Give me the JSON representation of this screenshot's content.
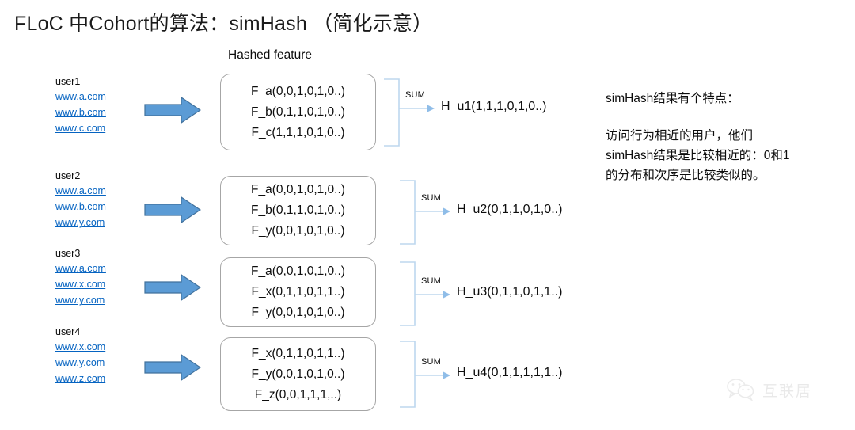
{
  "slide": {
    "title": "FLoC 中Cohort的算法：simHash （简化示意）",
    "column_header": "Hashed feature",
    "sum_label": "SUM"
  },
  "rows": [
    {
      "user": "user1",
      "urls": [
        "www.a.com",
        "www.b.com",
        "www.c.com"
      ],
      "features": [
        "F_a(0,0,1,0,1,0..)",
        "F_b(0,1,1,0,1,0..)",
        "F_c(1,1,1,0,1,0..)"
      ],
      "hash": "H_u1(1,1,1,0,1,0..)"
    },
    {
      "user": "user2",
      "urls": [
        "www.a.com",
        "www.b.com",
        "www.y.com"
      ],
      "features": [
        "F_a(0,0,1,0,1,0..)",
        "F_b(0,1,1,0,1,0..)",
        "F_y(0,0,1,0,1,0..)"
      ],
      "hash": "H_u2(0,1,1,0,1,0..)"
    },
    {
      "user": "user3",
      "urls": [
        "www.a.com",
        "www.x.com",
        "www.y.com"
      ],
      "features": [
        "F_a(0,0,1,0,1,0..)",
        "F_x(0,1,1,0,1,1..)",
        "F_y(0,0,1,0,1,0..)"
      ],
      "hash": "H_u3(0,1,1,0,1,1..)"
    },
    {
      "user": "user4",
      "urls": [
        "www.x.com",
        "www.y.com",
        "www.z.com"
      ],
      "features": [
        "F_x(0,1,1,0,1,1..)",
        "F_y(0,0,1,0,1,0..)",
        "F_z(0,0,1,1,1,..)"
      ],
      "hash": "H_u4(0,1,1,1,1,1..)"
    }
  ],
  "note": {
    "heading": "simHash结果有个特点：",
    "lines": [
      "访问行为相近的用户，他们",
      "simHash结果是比较相近的：0和1",
      "的分布和次序是比较类似的。"
    ]
  },
  "watermark": {
    "text": "互联居",
    "icon": "wechat-icon"
  },
  "colors": {
    "link": "#0563c1",
    "arrow_fill": "#5b9bd5",
    "arrow_stroke": "#41719c",
    "bracket": "#bdd7ee",
    "box_border": "#a6a6a6"
  }
}
